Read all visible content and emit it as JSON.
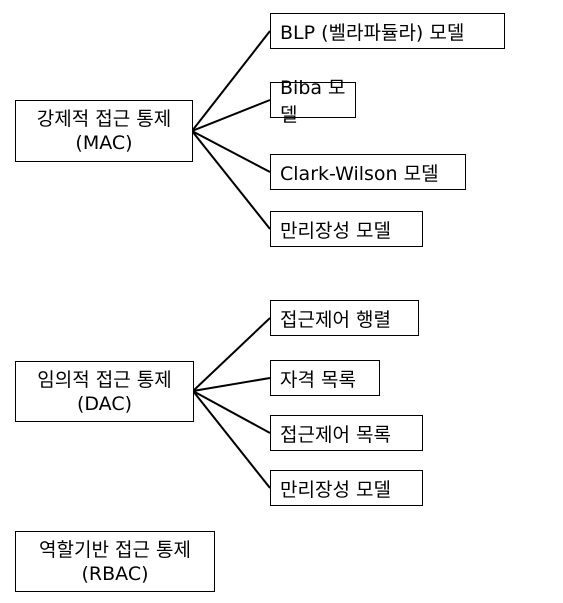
{
  "groups": [
    {
      "title": "강제적 접근 통제",
      "abbr": "(MAC)",
      "children": [
        "BLP (벨라파듈라) 모델",
        "Biba 모델",
        "Clark-Wilson 모델",
        "만리장성 모델"
      ]
    },
    {
      "title": "임의적 접근 통제",
      "abbr": "(DAC)",
      "children": [
        "접근제어 행렬",
        "자격 목록",
        "접근제어 목록",
        "만리장성 모델"
      ]
    },
    {
      "title": "역할기반 접근 통제",
      "abbr": "(RBAC)",
      "children": []
    }
  ]
}
